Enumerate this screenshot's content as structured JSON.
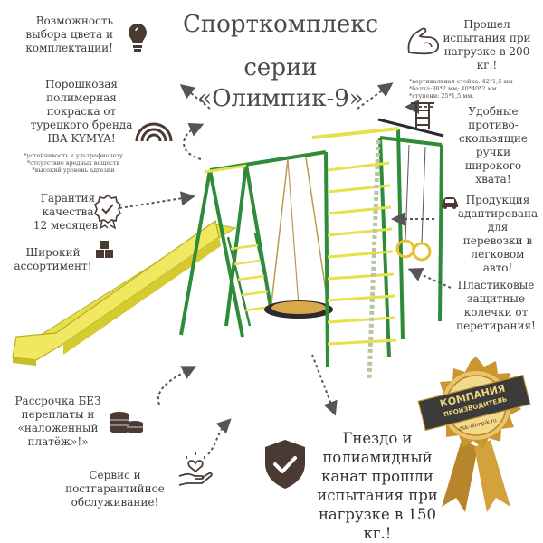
{
  "title": {
    "line1": "Спорткомплекс",
    "line2": "серии «Олимпик-9»"
  },
  "left": {
    "color_choice": [
      "Возможность",
      "выбора цвета и",
      "комплектации!"
    ],
    "powder": [
      "Порошковая",
      "полимерная",
      "покраска от",
      "турецкого бренда",
      "IBA KYMYA!"
    ],
    "powder_notes": [
      "*устойчивость к ультрафиолету",
      "*отсутствие вредных веществ",
      "*высокий уровень адгезии"
    ],
    "warranty": [
      "Гарантия",
      "качества",
      "12 месяцев!"
    ],
    "assortment": [
      "Широкий",
      "ассортимент!"
    ],
    "installment": [
      "Рассрочка БЕЗ",
      "переплаты и",
      "«наложенный",
      "платёж»!»"
    ],
    "service": [
      "Сервис и",
      "постгарантийное",
      "обслуживание!"
    ]
  },
  "right": {
    "tested": [
      "Прошел",
      "испытания при",
      "нагрузке в 200",
      "кг.!"
    ],
    "specs": [
      "*вертикальная стойка: 42*1,5 мм",
      "*балка:38*2 мм; 40*40*2 мм.",
      "*ступени: 25*1,5 мм."
    ],
    "handles": [
      "Удобные",
      "противо-",
      "скользящие",
      "ручки",
      "широкого",
      "хвата!"
    ],
    "transport": [
      "Продукция",
      "адаптирована",
      "для",
      "перевозки в",
      "легковом",
      "авто!"
    ],
    "rings": [
      "Пластиковые",
      "защитные",
      "колечки от",
      "перетирания!"
    ]
  },
  "bottom": {
    "nest": [
      "Гнездо и",
      "полиамидный",
      "канат прошли",
      "испытания при",
      "нагрузке в 150",
      "кг.!"
    ]
  },
  "seal": {
    "line1": "КОМПАНИЯ",
    "line2": "ПРОИЗВОДИТЕЛЬ",
    "site": "dsk-olimpik.ru"
  },
  "icons": {
    "lightbulb": "lightbulb-icon",
    "rainbow": "rainbow-icon",
    "badge": "quality-badge-icon",
    "boxes": "boxes-icon",
    "coins": "coins-icon",
    "service": "care-hand-icon",
    "muscle": "muscle-arm-icon",
    "ladder": "ladder-icon",
    "car": "car-icon",
    "shield": "shield-check-icon"
  },
  "colors": {
    "text": "#3e3e3e",
    "icon": "#4a3a33",
    "frame_green": "#2e8b3a",
    "slide_yellow": "#e8e04a",
    "seal_gold": "#c9962f"
  }
}
